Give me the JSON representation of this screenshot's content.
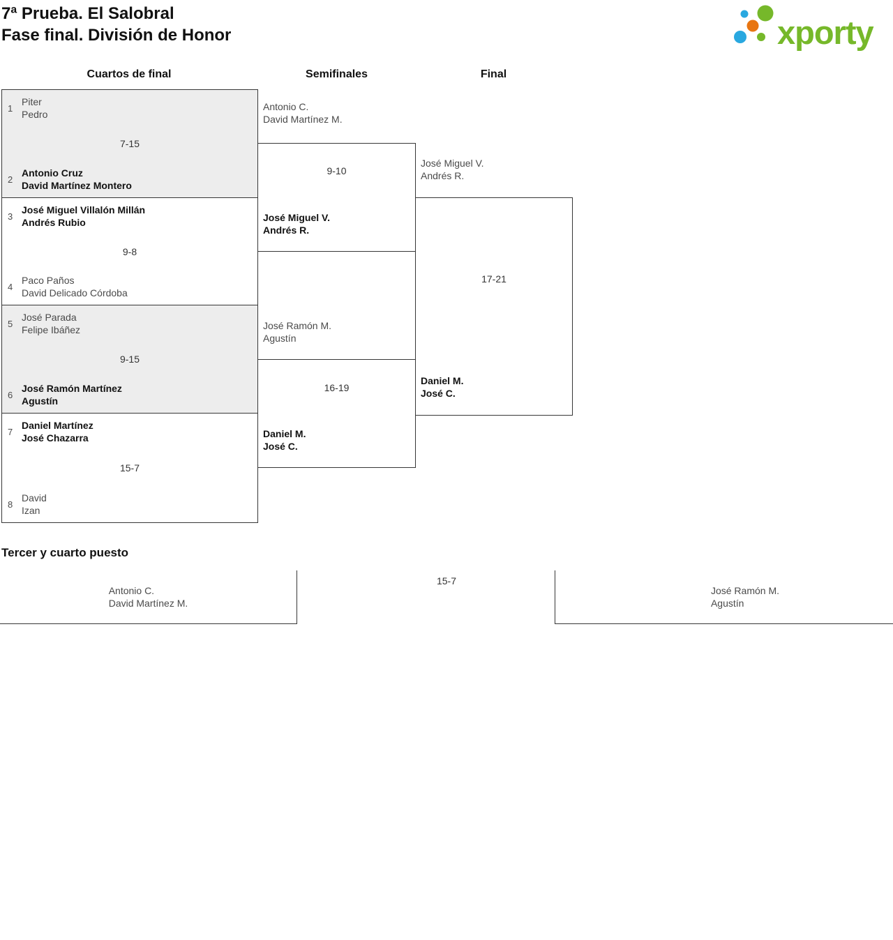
{
  "header": {
    "title_line1": "7ª Prueba. El Salobral",
    "title_line2": "Fase final. División de Honor",
    "logo_text": "xporty",
    "logo_colors": {
      "green": "#76b82a",
      "blue": "#29a8e0",
      "orange": "#e87511"
    }
  },
  "columns": {
    "quarterfinals": "Cuartos de final",
    "semifinals": "Semifinales",
    "final": "Final"
  },
  "bracket": {
    "quarterfinals": [
      {
        "seed_top": "1",
        "team_top": [
          "Piter",
          "Pedro"
        ],
        "top_winner": false,
        "score": "7-15",
        "seed_bottom": "2",
        "team_bottom": [
          "Antonio Cruz",
          "David Martínez Montero"
        ],
        "bottom_winner": true
      },
      {
        "seed_top": "3",
        "team_top": [
          "José Miguel Villalón Millán",
          "Andrés Rubio"
        ],
        "top_winner": true,
        "score": "9-8",
        "seed_bottom": "4",
        "team_bottom": [
          "Paco Paños",
          "David Delicado Córdoba"
        ],
        "bottom_winner": false
      },
      {
        "seed_top": "5",
        "team_top": [
          "José Parada",
          "Felipe Ibáñez"
        ],
        "top_winner": false,
        "score": "9-15",
        "seed_bottom": "6",
        "team_bottom": [
          "José Ramón Martínez",
          "Agustín"
        ],
        "bottom_winner": true
      },
      {
        "seed_top": "7",
        "team_top": [
          "Daniel Martínez",
          "José Chazarra"
        ],
        "top_winner": true,
        "score": "15-7",
        "seed_bottom": "8",
        "team_bottom": [
          "David",
          "Izan"
        ],
        "bottom_winner": false
      }
    ],
    "semifinals": [
      {
        "team_top": [
          "Antonio C.",
          "David Martínez M."
        ],
        "top_winner": false,
        "score": "9-10",
        "team_bottom": [
          "José Miguel V.",
          "Andrés R."
        ],
        "bottom_winner": true
      },
      {
        "team_top": [
          "José Ramón M.",
          "Agustín"
        ],
        "top_winner": false,
        "score": "16-19",
        "team_bottom": [
          "Daniel M.",
          "José C."
        ],
        "bottom_winner": true
      }
    ],
    "final": {
      "team_top": [
        "José Miguel V.",
        "Andrés R."
      ],
      "top_winner": false,
      "score": "17-21",
      "team_bottom": [
        "Daniel M.",
        "José C."
      ],
      "bottom_winner": true
    }
  },
  "third_place": {
    "title": "Tercer y cuarto puesto",
    "team_left": [
      "Antonio C.",
      "David Martínez M."
    ],
    "score": "15-7",
    "team_right": [
      "José Ramón M.",
      "Agustín"
    ]
  }
}
